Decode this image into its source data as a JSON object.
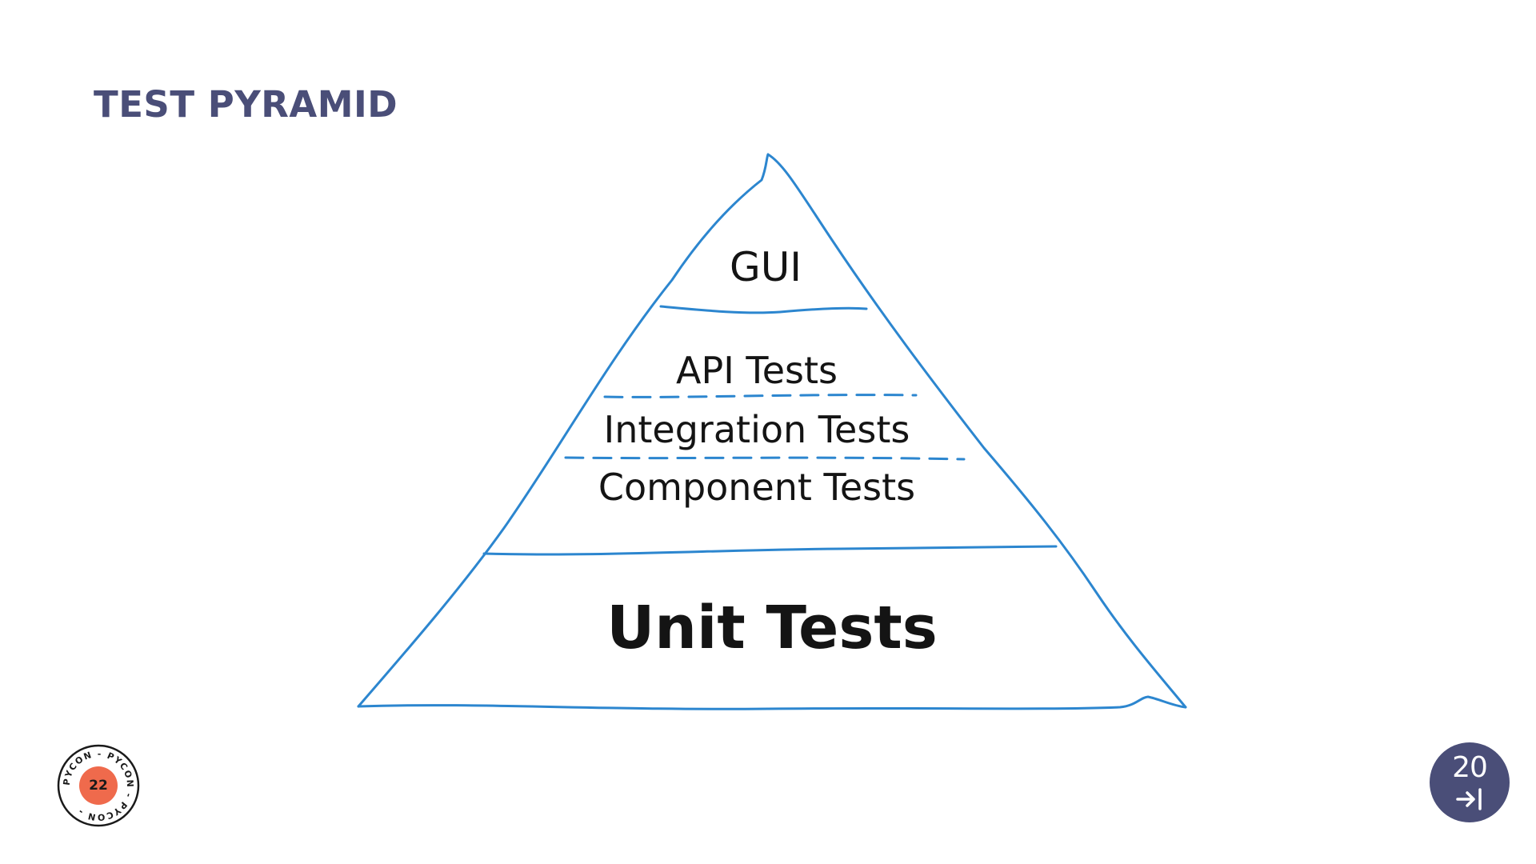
{
  "slide": {
    "title": "TEST PYRAMID"
  },
  "pyramid": {
    "layers": [
      {
        "id": "gui",
        "label": "GUI"
      },
      {
        "id": "api",
        "label": "API Tests"
      },
      {
        "id": "integration",
        "label": "Integration Tests"
      },
      {
        "id": "component",
        "label": "Component Tests"
      },
      {
        "id": "unit",
        "label": "Unit Tests"
      }
    ],
    "line_color": "#2c86cf"
  },
  "footer": {
    "pycon_logo": {
      "ring_text": "PYCON - PYCON - PYCON - ",
      "number": "22",
      "accent_color": "#ef6a4c"
    },
    "page_badge": {
      "number": "20",
      "icon": "arrow-right-to-bar-icon",
      "color": "#4a4e78"
    }
  }
}
